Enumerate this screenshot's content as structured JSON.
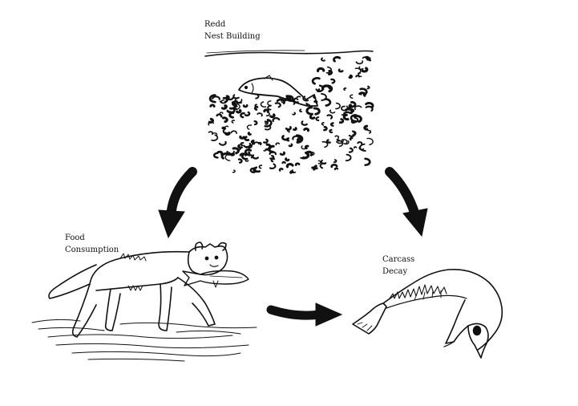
{
  "labels": {
    "redd": {
      "line1": "Redd",
      "line2": "Nest Building"
    },
    "food": {
      "line1": "Food",
      "line2": "Consumption"
    },
    "carcass": {
      "line1": "Carcass",
      "line2": "Decay"
    }
  },
  "illustrations": [
    {
      "name": "salmon-on-redd-illustration",
      "depicts": "salmon over gravel nest"
    },
    {
      "name": "bear-with-fish-illustration",
      "depicts": "bear carrying a fish"
    },
    {
      "name": "salmon-carcass-illustration",
      "depicts": "decaying salmon carcass"
    }
  ],
  "colors": {
    "ink": "#111111",
    "background": "#ffffff"
  }
}
